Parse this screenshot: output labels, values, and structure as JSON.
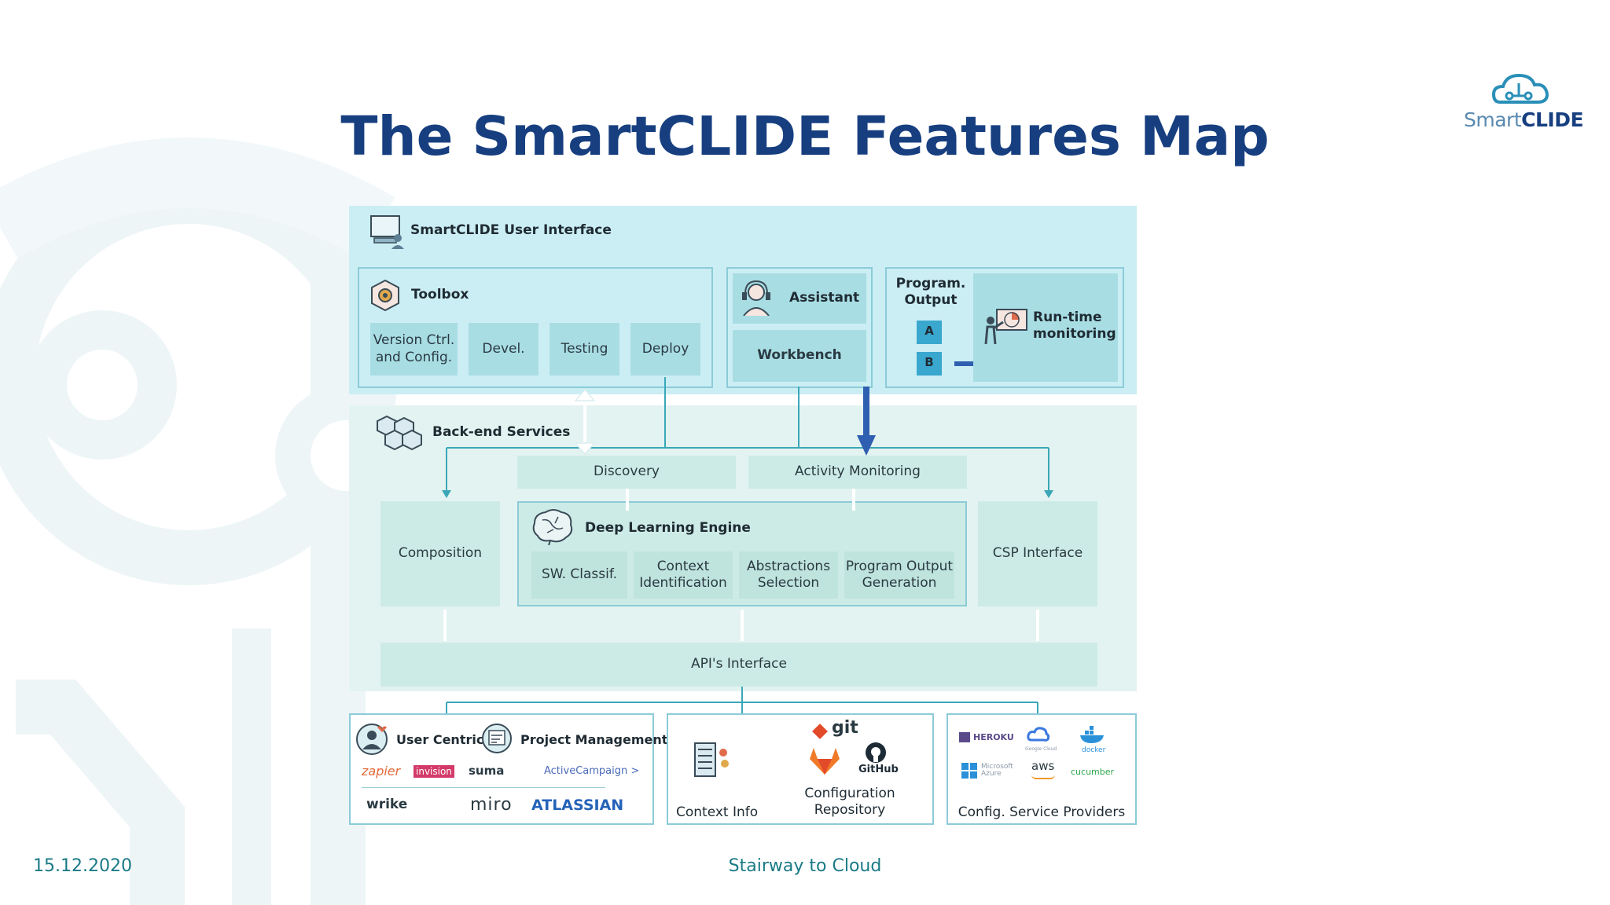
{
  "slide": {
    "title": "The SmartCLIDE Features Map",
    "date": "15.12.2020",
    "footer_center": "Stairway to Cloud"
  },
  "logo": {
    "text_part1": "Smart",
    "text_part2": "CLIDE"
  },
  "ui_layer": {
    "title": "SmartCLIDE User Interface",
    "toolbox": {
      "title": "Toolbox",
      "items": [
        "Version Ctrl. and Config.",
        "Devel.",
        "Testing",
        "Deploy"
      ]
    },
    "assistant": "Assistant",
    "workbench": "Workbench",
    "program_output": {
      "title": "Program. Output",
      "a": "A",
      "b": "B"
    },
    "runtime": "Run-time monitoring"
  },
  "backend": {
    "title": "Back-end Services",
    "discovery": "Discovery",
    "activity_monitoring": "Activity Monitoring",
    "composition": "Composition",
    "csp_interface": "CSP Interface",
    "dle": {
      "title": "Deep Learning Engine",
      "items": [
        "SW. Classif.",
        "Context Identification",
        "Abstractions Selection",
        "Program Output Generation"
      ]
    },
    "api_interface": "API's Interface"
  },
  "external": {
    "user_centric": "User Centric",
    "project_management": "Project Management",
    "tools_row1": [
      "zapier",
      "invision",
      "suma",
      "ActiveCampaign >"
    ],
    "tools_row2": [
      "wrike",
      "miro",
      "ATLASSIAN"
    ],
    "context_info": "Context Info",
    "git": "git",
    "github": "GitHub",
    "config_repo": "Configuration Repository",
    "providers": [
      "HEROKU",
      "Google Cloud",
      "docker",
      "Microsoft Azure",
      "aws",
      "cucumber"
    ],
    "config_providers": "Config. Service Providers"
  },
  "colors": {
    "title": "#173f80",
    "footer": "#1a7a86",
    "ui_bg": "#cbeef4",
    "ui_cell": "#a9dde4",
    "backend_bg": "#e3f3f1",
    "backend_cell": "#cdebe6",
    "arrow": "#2f5fb0"
  }
}
